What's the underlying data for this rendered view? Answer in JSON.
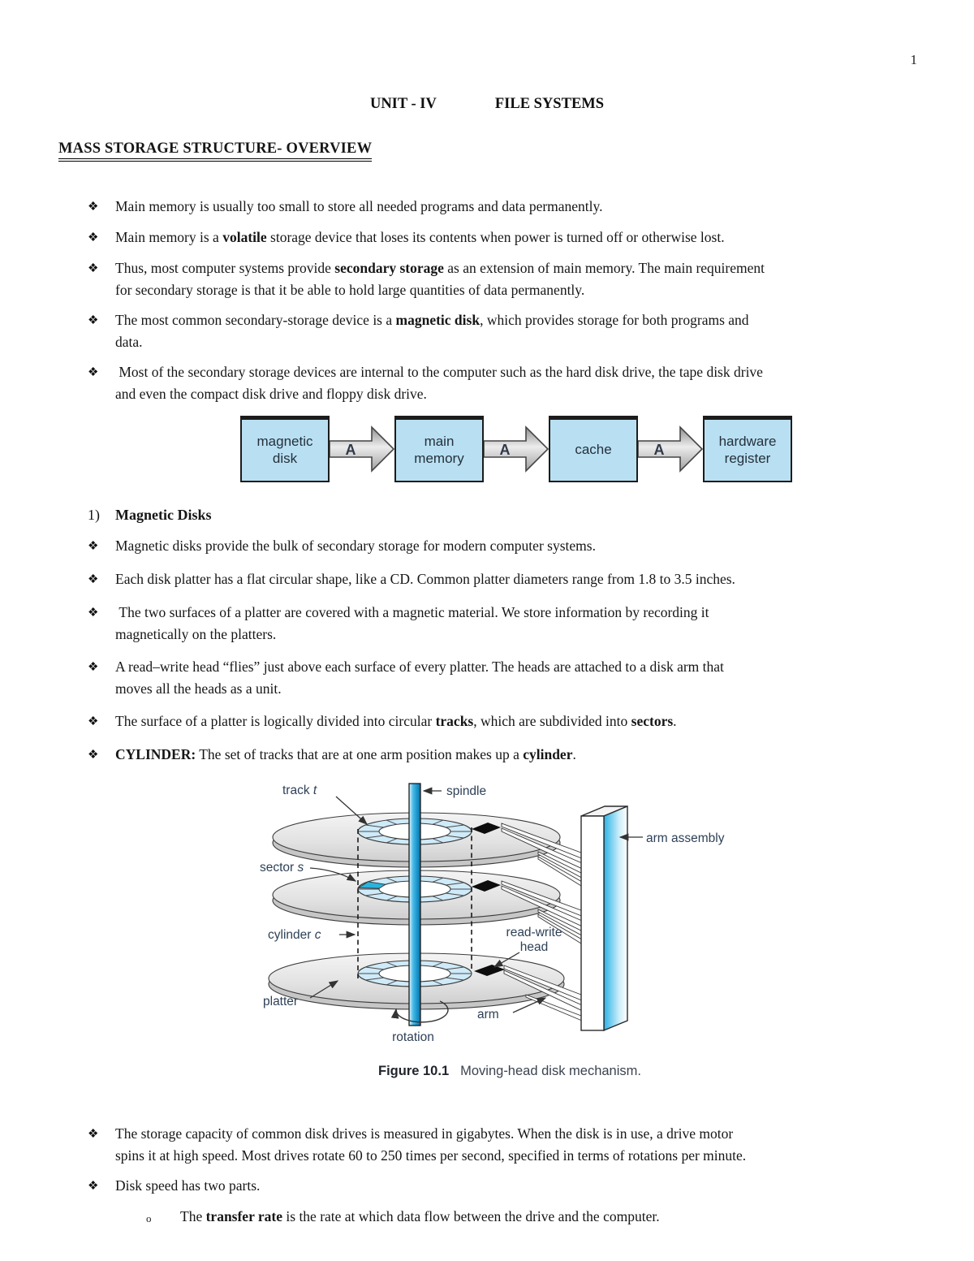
{
  "glyphs": {
    "diamond": "❖",
    "circle": "o"
  },
  "page": {
    "number": "1"
  },
  "title": {
    "unit": "UNIT - IV",
    "subject": "FILE SYSTEMS"
  },
  "heading": "MASS STORAGE STRUCTURE- OVERVIEW",
  "intro_bullets": [
    {
      "segments": [
        {
          "t": "Main memory is usually too small to store all needed programs and data permanently."
        }
      ]
    },
    {
      "segments": [
        {
          "t": "Main memory is a "
        },
        {
          "t": "volatile",
          "b": true
        },
        {
          "t": " storage device that loses its contents when power is turned off or otherwise lost."
        }
      ]
    },
    {
      "segments": [
        {
          "t": "Thus, most computer systems provide "
        },
        {
          "t": "secondary storage",
          "b": true
        },
        {
          "t": " as an extension of main memory. The main requirement\nfor secondary storage is that it be able to hold large quantities of data permanently."
        }
      ]
    },
    {
      "segments": [
        {
          "t": "The most common secondary-storage device is a "
        },
        {
          "t": "magnetic disk",
          "b": true
        },
        {
          "t": ", which provides storage for both programs and\ndata."
        }
      ]
    },
    {
      "segments": [
        {
          "t": " Most of the secondary storage devices are internal to the computer such as the hard disk drive, the tape disk drive\nand even the compact disk drive and floppy disk drive."
        }
      ]
    }
  ],
  "hierarchy": {
    "boxes": [
      "magnetic\ndisk",
      "main\nmemory",
      "cache",
      "hardware\nregister"
    ],
    "arrow_label": "A",
    "box_fill": "#b9e0f2"
  },
  "section1": {
    "number": "1)",
    "title": "Magnetic Disks"
  },
  "disk_bullets": [
    {
      "segments": [
        {
          "t": "Magnetic disks provide the bulk of secondary storage for modern computer systems."
        }
      ]
    },
    {
      "segments": [
        {
          "t": "Each disk platter has a flat circular shape, like a CD. Common platter diameters range from 1.8 to 3.5 inches."
        }
      ]
    },
    {
      "segments": [
        {
          "t": " The two surfaces of a platter are covered with a magnetic material. We store information by recording it\nmagnetically on the platters."
        }
      ]
    },
    {
      "segments": [
        {
          "t": "A read–write head “flies” just above each surface of every platter. The heads are attached to a disk arm that\nmoves all the heads as a unit."
        }
      ]
    },
    {
      "segments": [
        {
          "t": "The surface of a platter is logically divided into circular "
        },
        {
          "t": "tracks",
          "b": true
        },
        {
          "t": ", which are subdivided into "
        },
        {
          "t": "sectors",
          "b": true
        },
        {
          "t": "."
        }
      ]
    },
    {
      "segments": [
        {
          "t": "CYLINDER:",
          "b": true
        },
        {
          "t": " The set of tracks that are at one arm position makes up a "
        },
        {
          "t": "cylinder",
          "b": true
        },
        {
          "t": "."
        }
      ]
    }
  ],
  "figure": {
    "labels": {
      "track_word": "track ",
      "track_var": "t",
      "spindle": "spindle",
      "sector_word": "sector ",
      "sector_var": "s",
      "cylinder_word": "cylinder ",
      "cylinder_var": "c",
      "arm_assembly": "arm assembly",
      "read_write_line1": "read-write",
      "read_write_line2": "head",
      "platter": "platter",
      "arm": "arm",
      "rotation": "rotation"
    },
    "caption_label": "Figure 10.1",
    "caption_text": "Moving-head disk mechanism.",
    "accent_color": "#2ab3dc"
  },
  "bottom_bullets": [
    {
      "segments": [
        {
          "t": "The storage capacity of common disk drives is measured in gigabytes. When the disk is in use, a drive motor\nspins it at high speed. Most drives rotate 60 to 250 times per second, specified in terms of rotations per minute."
        }
      ]
    },
    {
      "segments": [
        {
          "t": "Disk speed has two parts."
        }
      ]
    }
  ],
  "sub_bullet": {
    "segments": [
      {
        "t": "The "
      },
      {
        "t": "transfer rate",
        "b": true
      },
      {
        "t": " is the rate at which data flow between the drive and the computer."
      }
    ]
  }
}
